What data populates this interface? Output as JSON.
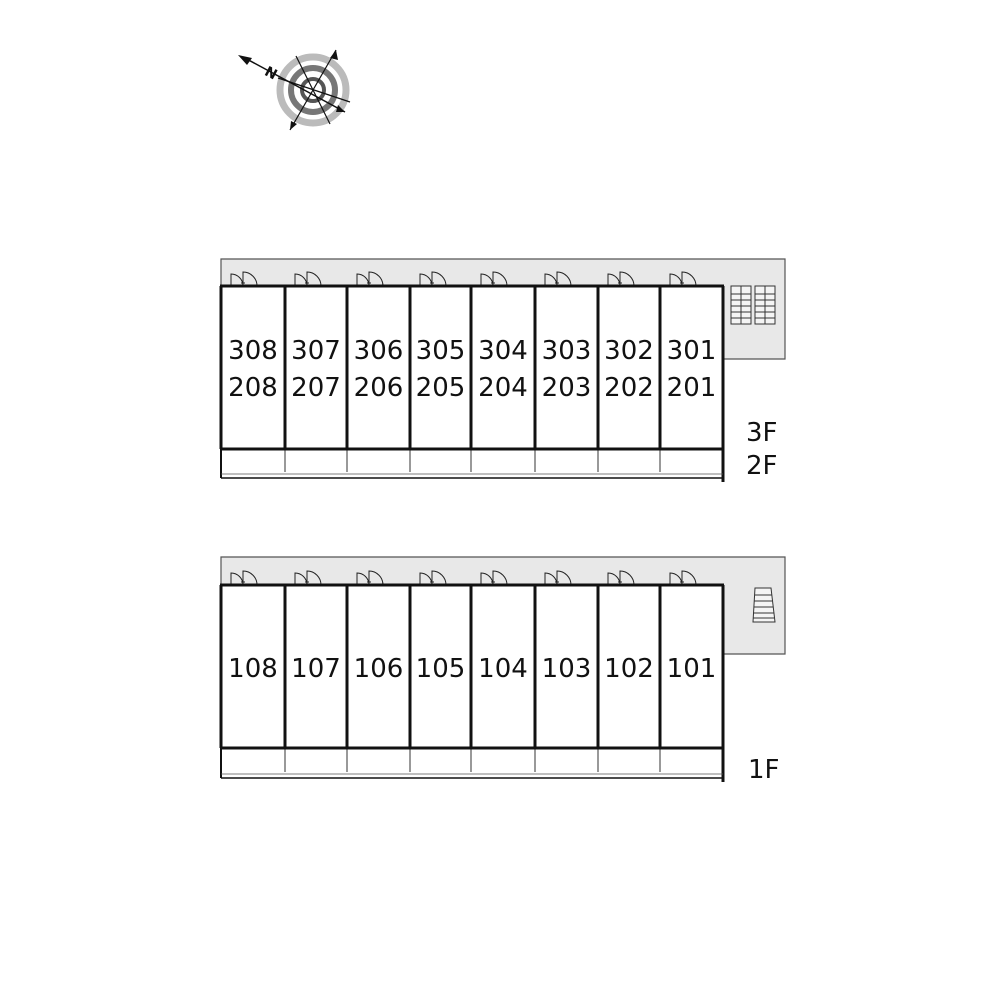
{
  "compass": {
    "north_label": "N"
  },
  "upper_building": {
    "units_top": [
      "308",
      "307",
      "306",
      "305",
      "304",
      "303",
      "302",
      "301"
    ],
    "units_bottom": [
      "208",
      "207",
      "206",
      "205",
      "204",
      "203",
      "202",
      "201"
    ],
    "floor_labels": [
      "3F",
      "2F"
    ]
  },
  "lower_building": {
    "units": [
      "108",
      "107",
      "106",
      "105",
      "104",
      "103",
      "102",
      "101"
    ],
    "floor_label": "1F"
  },
  "colors": {
    "corridor": "#e8e8e8",
    "wall": "#111111",
    "line": "#333333"
  },
  "icons": {
    "stairs_upper": "stairs-icon",
    "stairs_lower": "stairs-icon",
    "compass": "compass-icon"
  }
}
